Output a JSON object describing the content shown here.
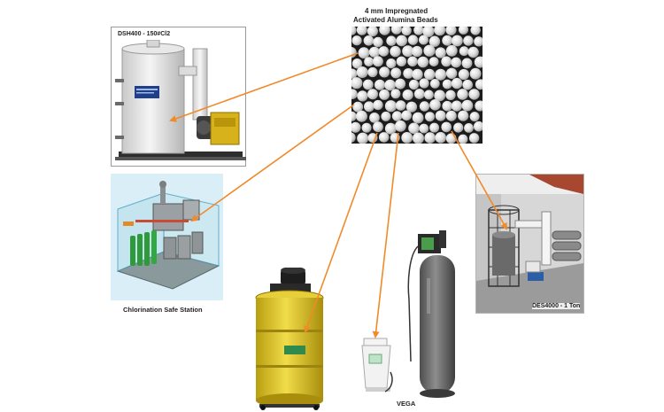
{
  "beads_title_line1": "4 mm Impregnated",
  "beads_title_line2": "Activated Alumina Beads",
  "dsh_label": "DSH400 - 150#Cl2",
  "station_label": "Chlorination Safe Station",
  "des_label": "DES4000 - 1 Ton",
  "vega_label": "VEGA",
  "colors": {
    "arrow": "#f08a2a",
    "tank_yellow": "#e6cf3a",
    "tank_grey": "#6b6b6b",
    "vessel_white": "#e9e9e9"
  },
  "icons": [
    "dsh400-illustration",
    "beads-photo",
    "safe-station-illustration",
    "des4000-illustration",
    "yellow-drum-scrubber",
    "vega-tank"
  ]
}
